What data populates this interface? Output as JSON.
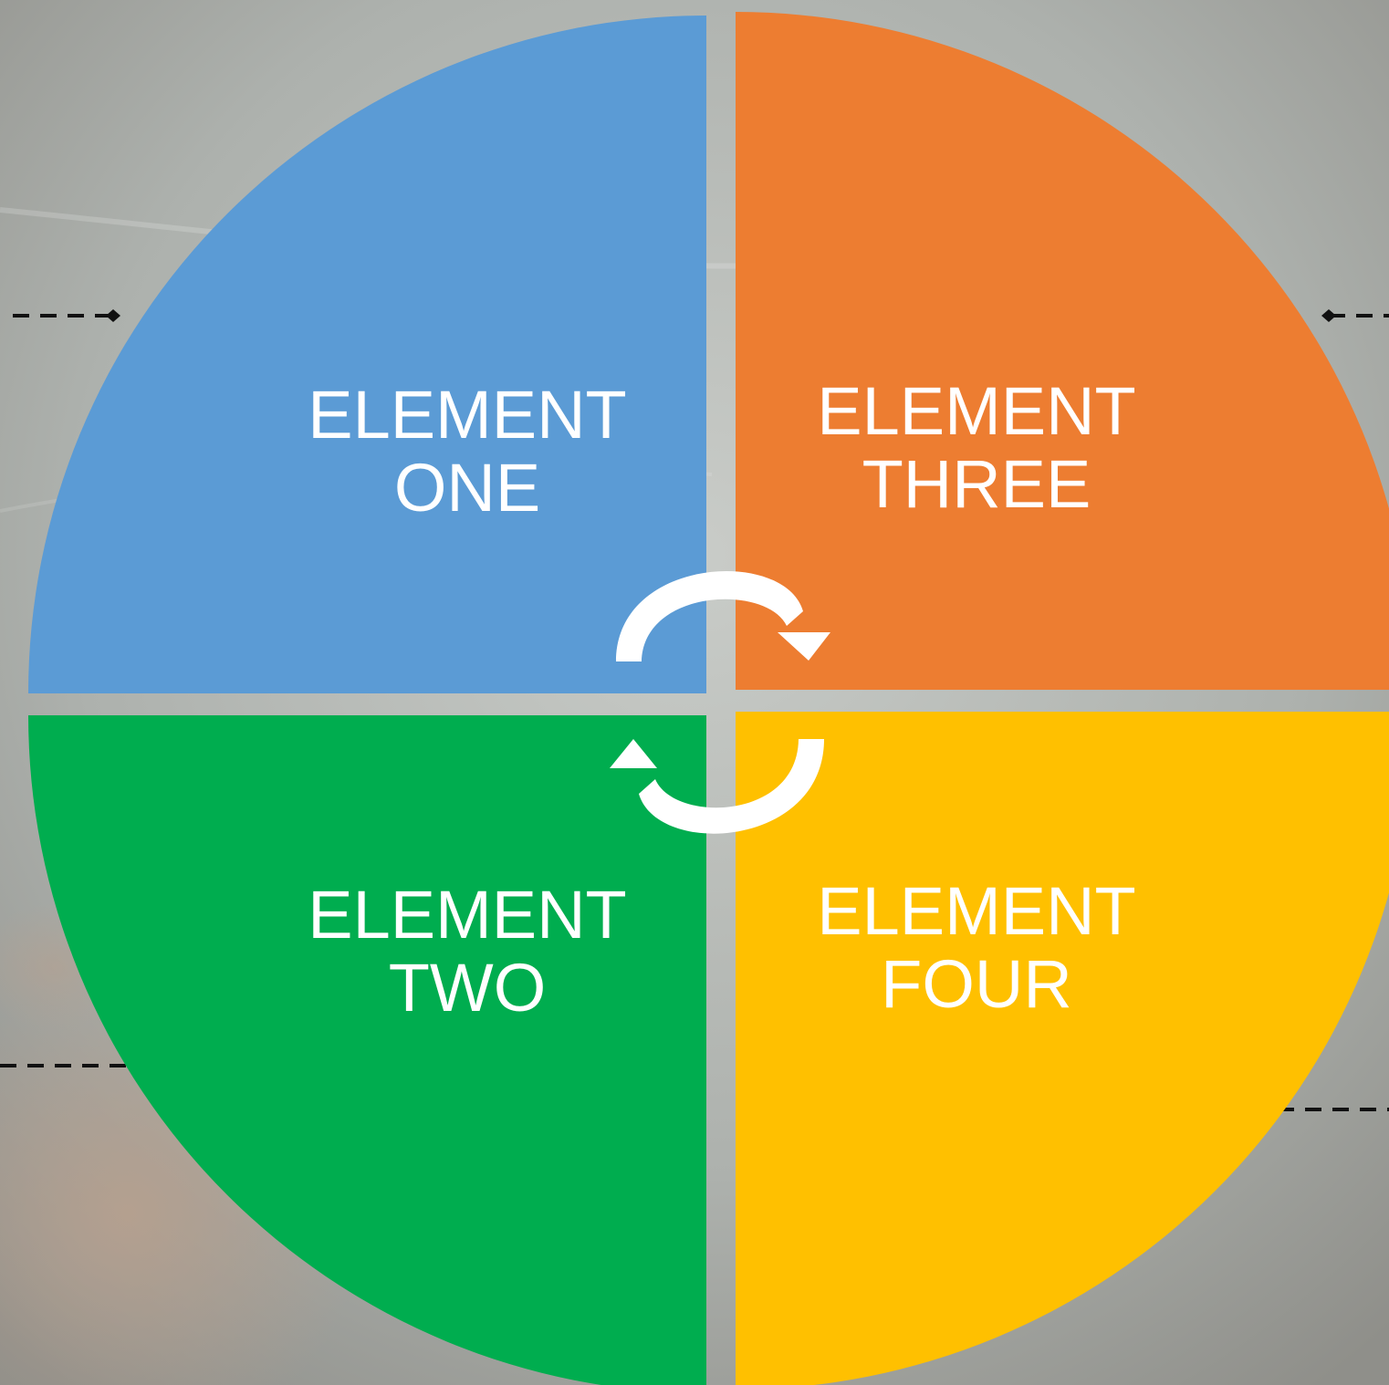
{
  "quadrants": [
    {
      "id": "one",
      "line1": "ELEMENT",
      "line2": "ONE",
      "color": "#5b9bd5"
    },
    {
      "id": "two",
      "line1": "ELEMENT",
      "line2": "TWO",
      "color": "#00ad4f"
    },
    {
      "id": "three",
      "line1": "ELEMENT",
      "line2": "THREE",
      "color": "#ed7d31"
    },
    {
      "id": "four",
      "line1": "ELEMENT",
      "line2": "FOUR",
      "color": "#ffc000"
    }
  ],
  "background": {
    "base": "#a7aaa6",
    "connector": "#111111"
  },
  "icons": [
    "cycle-arrow-top-icon",
    "cycle-arrow-bottom-icon"
  ]
}
